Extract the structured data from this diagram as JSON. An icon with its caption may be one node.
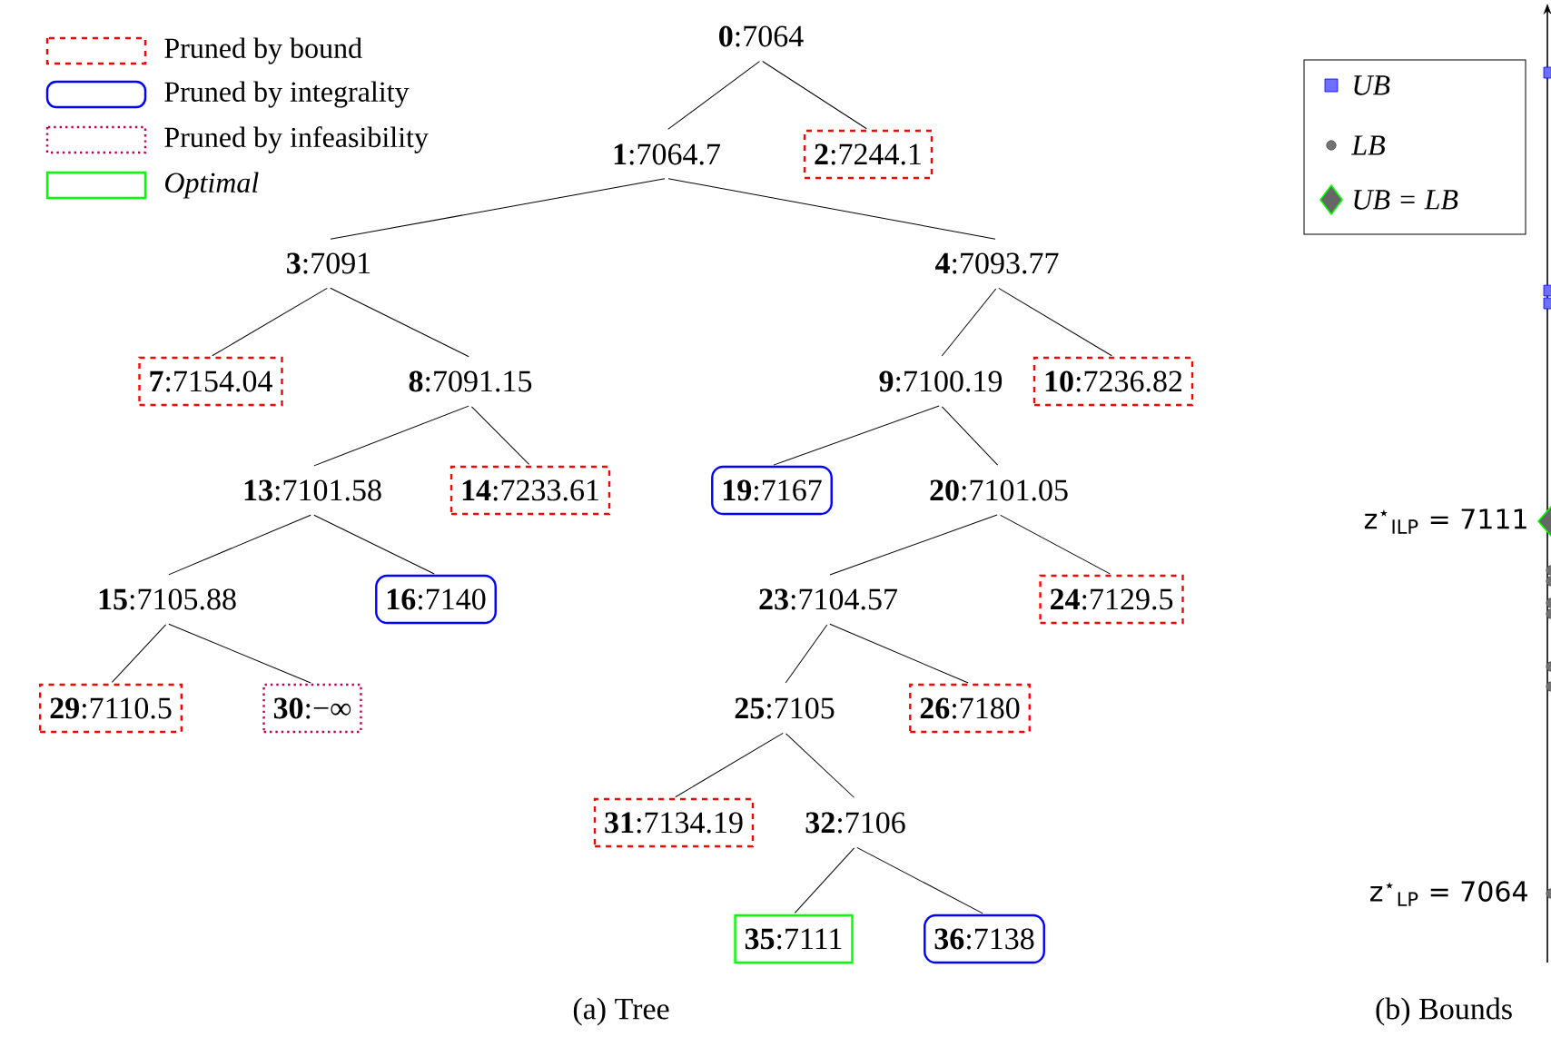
{
  "diagram": {
    "nodes": [
      {
        "text": [
          "**0**:7064"
        ]
      },
      {
        "text": [
          "**1**:7064.7"
        ]
      },
      {
        "text": [
          "**2**:7244.1"
        ]
      },
      {
        "text": [
          "**3**:7091"
        ]
      },
      {
        "text": [
          "**4**:7093.77"
        ]
      },
      {
        "text": [
          "**7**:7154.04"
        ]
      },
      {
        "text": [
          "**8**:7091.15"
        ]
      },
      {
        "text": [
          "**9**:7100.19"
        ]
      },
      {
        "text": [
          "**10**:7236.82"
        ]
      },
      {
        "text": [
          "**13**:7101.58"
        ]
      },
      {
        "text": [
          "**14**:7233.61"
        ]
      },
      {
        "text": [
          "**19**:7167"
        ]
      },
      {
        "text": [
          "**20**:7101.05"
        ]
      },
      {
        "text": [
          "**15**:7105.88"
        ]
      },
      {
        "text": [
          "**16**:7140"
        ]
      },
      {
        "text": [
          "**23**:7104.57"
        ]
      },
      {
        "text": [
          "**24**:7129.5"
        ]
      },
      {
        "text": [
          "**29**:7110.5"
        ]
      },
      {
        "text": [
          "**30**:−∞"
        ]
      },
      {
        "text": [
          "**25**:7105"
        ]
      },
      {
        "text": [
          "**26**:7180"
        ]
      },
      {
        "text": [
          "**31**:7134.19"
        ]
      },
      {
        "text": [
          "**32**:7106"
        ]
      },
      {
        "text": [
          "**35**:7111"
        ]
      },
      {
        "text": [
          "**36**:7138"
        ]
      }
    ],
    "edges": [
      {
        "from": 0,
        "to": 1,
        "arrow": "none"
      },
      {
        "from": 0,
        "to": 2,
        "arrow": "none"
      },
      {
        "from": 1,
        "to": 3,
        "arrow": "none"
      },
      {
        "from": 1,
        "to": 4,
        "arrow": "none"
      },
      {
        "from": 3,
        "to": 5,
        "arrow": "none"
      },
      {
        "from": 3,
        "to": 6,
        "arrow": "none"
      },
      {
        "from": 4,
        "to": 7,
        "arrow": "none"
      },
      {
        "from": 4,
        "to": 8,
        "arrow": "none"
      },
      {
        "from": 6,
        "to": 9,
        "arrow": "none"
      },
      {
        "from": 6,
        "to": 10,
        "arrow": "none"
      },
      {
        "from": 7,
        "to": 11,
        "arrow": "none"
      },
      {
        "from": 7,
        "to": 12,
        "arrow": "none"
      },
      {
        "from": 9,
        "to": 13,
        "arrow": "none"
      },
      {
        "from": 9,
        "to": 14,
        "arrow": "none"
      },
      {
        "from": 12,
        "to": 15,
        "arrow": "none"
      },
      {
        "from": 12,
        "to": 16,
        "arrow": "none"
      },
      {
        "from": 13,
        "to": 17,
        "arrow": "none"
      },
      {
        "from": 13,
        "to": 18,
        "arrow": "none"
      },
      {
        "from": 15,
        "to": 19,
        "arrow": "none"
      },
      {
        "from": 15,
        "to": 20,
        "arrow": "none"
      },
      {
        "from": 19,
        "to": 21,
        "arrow": "none"
      },
      {
        "from": 19,
        "to": 22,
        "arrow": "none"
      },
      {
        "from": 22,
        "to": 23,
        "arrow": "none"
      },
      {
        "from": 22,
        "to": 24,
        "arrow": "none"
      }
    ],
    "labels": [
      "z$^{⋆}$$_{ILP}$ = 7111",
      "z$^{⋆}$$_{LP}$ = 7064",
      "(a) Tree",
      "(b) Bounds"
    ],
    "legend": [
      {
        "text": "Pruned by bound"
      },
      {
        "text": "Pruned by integrality"
      },
      {
        "text": "Pruned by infeasibility"
      },
      {
        "text": "Optimal"
      },
      {
        "text": "UB"
      },
      {
        "text": "LB"
      },
      {
        "text": "UB = LB"
      }
    ]
  }
}
